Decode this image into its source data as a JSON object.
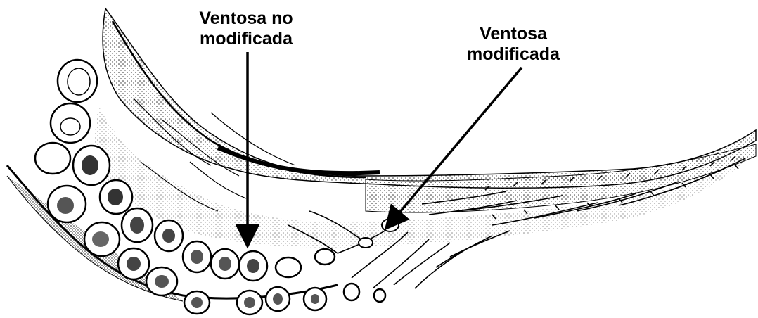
{
  "labels": {
    "unmodified_line1": "Ventosa no",
    "unmodified_line2": "modificada",
    "modified_line1": "Ventosa",
    "modified_line2": "modificada"
  },
  "colors": {
    "ink": "#000000",
    "background": "#ffffff",
    "stipple": "#2a2a2a"
  }
}
